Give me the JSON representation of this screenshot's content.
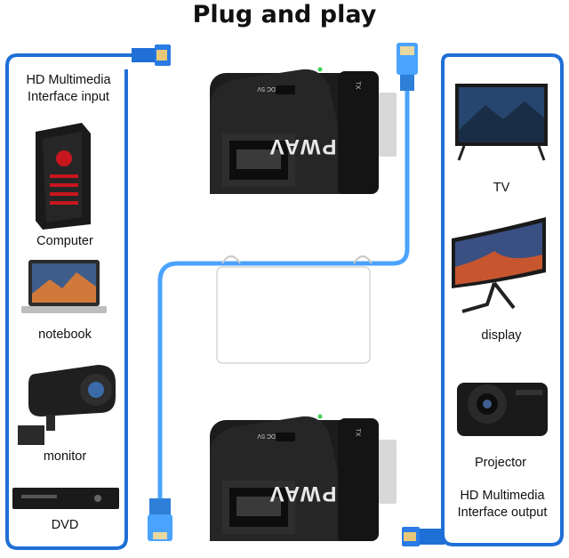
{
  "title": "Plug and play",
  "left_column": {
    "input_label": [
      "HD Multimedia",
      "Interface input"
    ],
    "devices": [
      "Computer",
      "notebook",
      "monitor",
      "DVD"
    ]
  },
  "right_column": {
    "devices": [
      "TV",
      "display",
      "Projector"
    ],
    "output_label": [
      "HD Multimedia",
      "Interface output"
    ]
  },
  "extender": {
    "brand": "PWAV",
    "port_dc": "DC 5V",
    "port_tx": "TX"
  },
  "colors": {
    "cable": "#1f6fd6",
    "cable_light": "#4aa3ff",
    "device_body": "#1c1c1c"
  }
}
